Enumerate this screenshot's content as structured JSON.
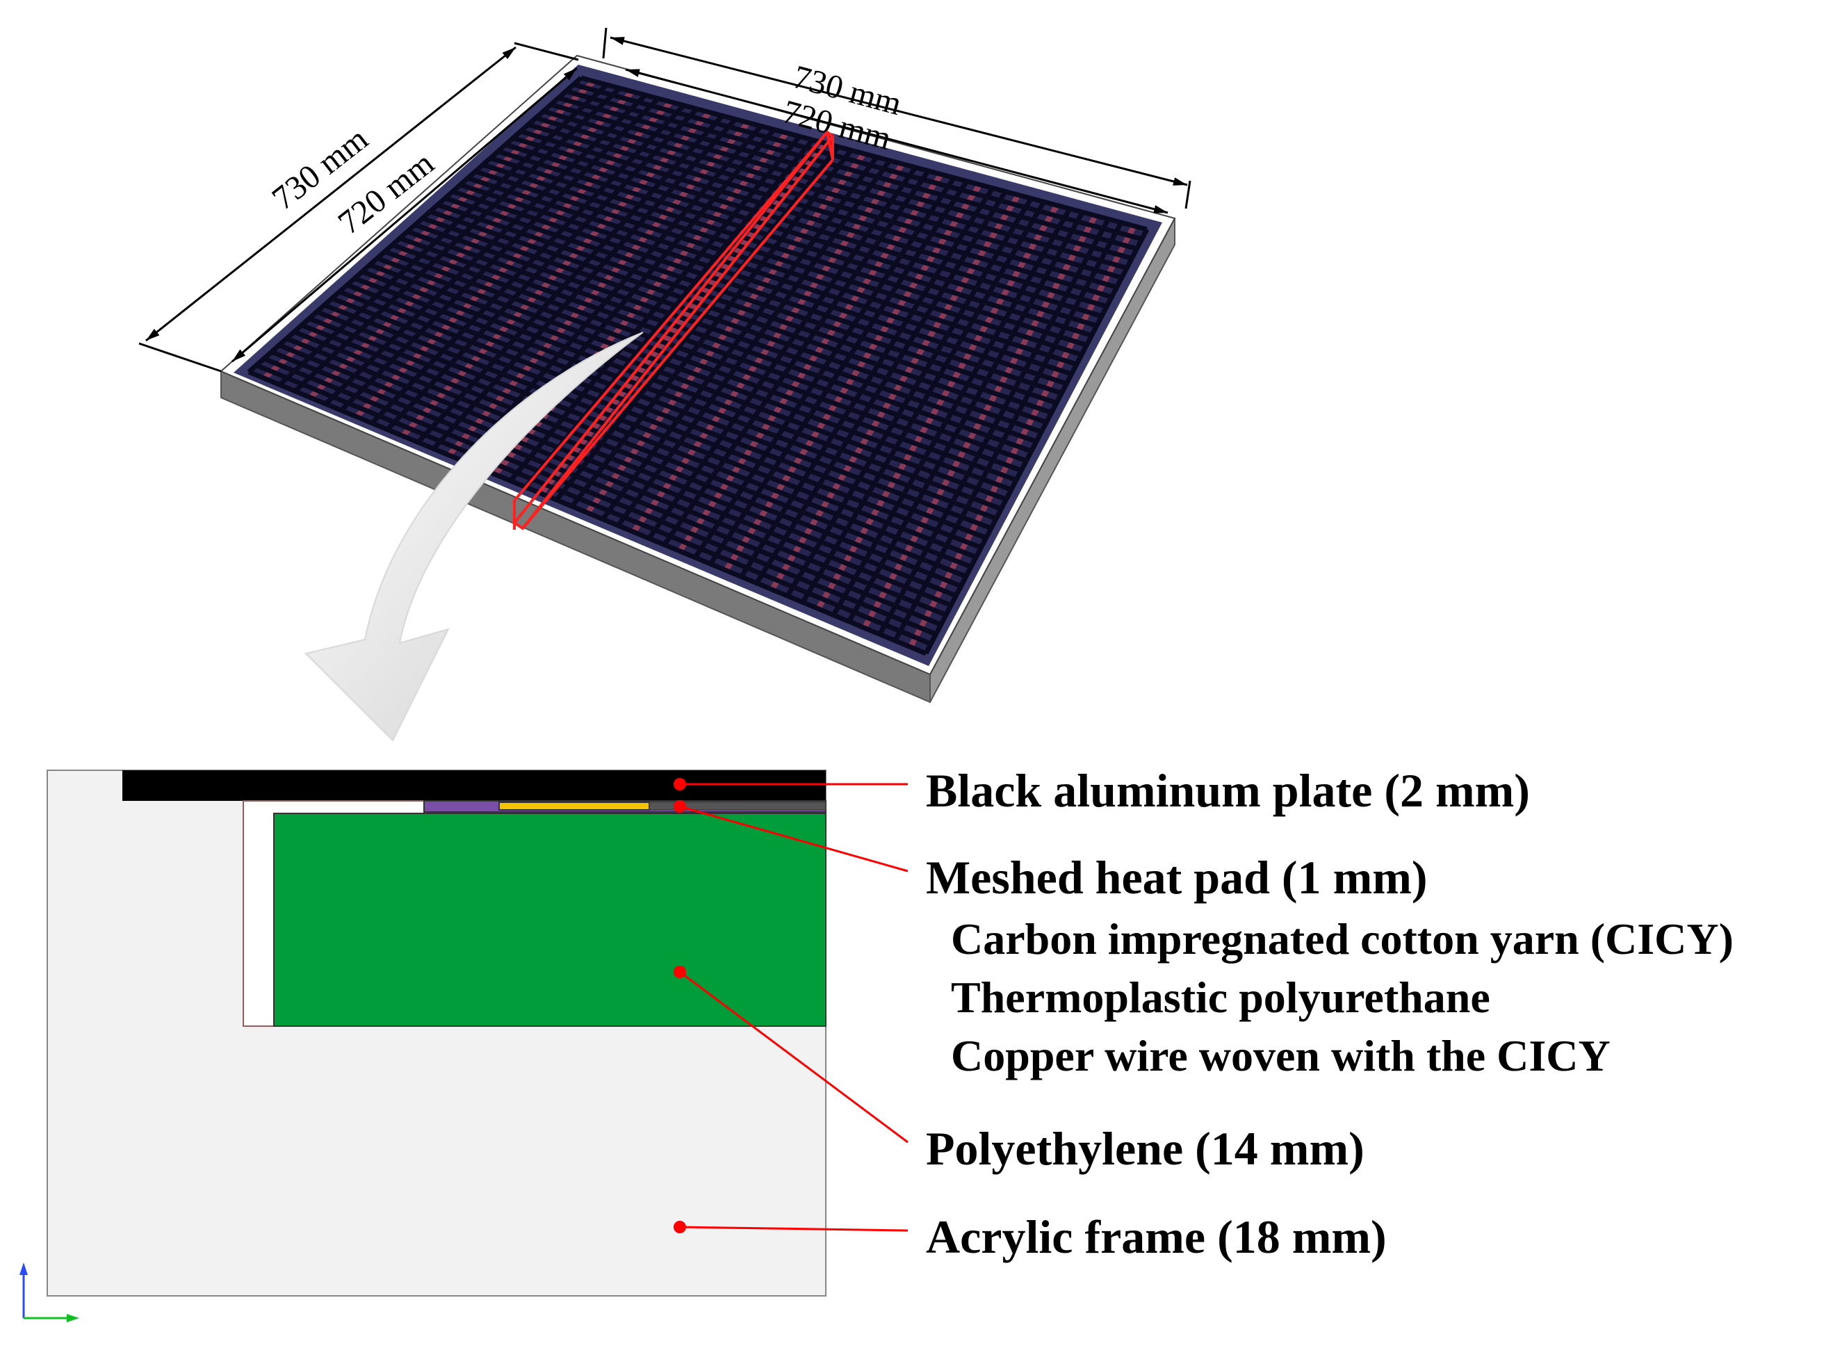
{
  "dimensions": {
    "outer_length": "730 mm",
    "inner_length": "720 mm",
    "outer_width": "730 mm",
    "inner_width": "720 mm"
  },
  "layers": [
    {
      "label": "Black aluminum plate (2 mm)",
      "color": "#000000"
    },
    {
      "label": "Meshed heat pad (1 mm)",
      "color": "#7a4fa8",
      "components": [
        "Carbon impregnated cotton yarn (CICY)",
        "Thermoplastic polyurethane",
        "Copper wire woven with the CICY"
      ]
    },
    {
      "label": "Polyethylene (14 mm)",
      "color": "#009d3a"
    },
    {
      "label": "Acrylic frame (18 mm)",
      "color": "#f2f2f2"
    }
  ],
  "colors": {
    "leader": "#ff0000",
    "panel_base": "#1a1a3a",
    "panel_grid": "#0a0a20",
    "copper_wire": "#8a3a55",
    "cicy_highlight": "#f3c400",
    "cicy_purple": "#7a4fa8"
  }
}
